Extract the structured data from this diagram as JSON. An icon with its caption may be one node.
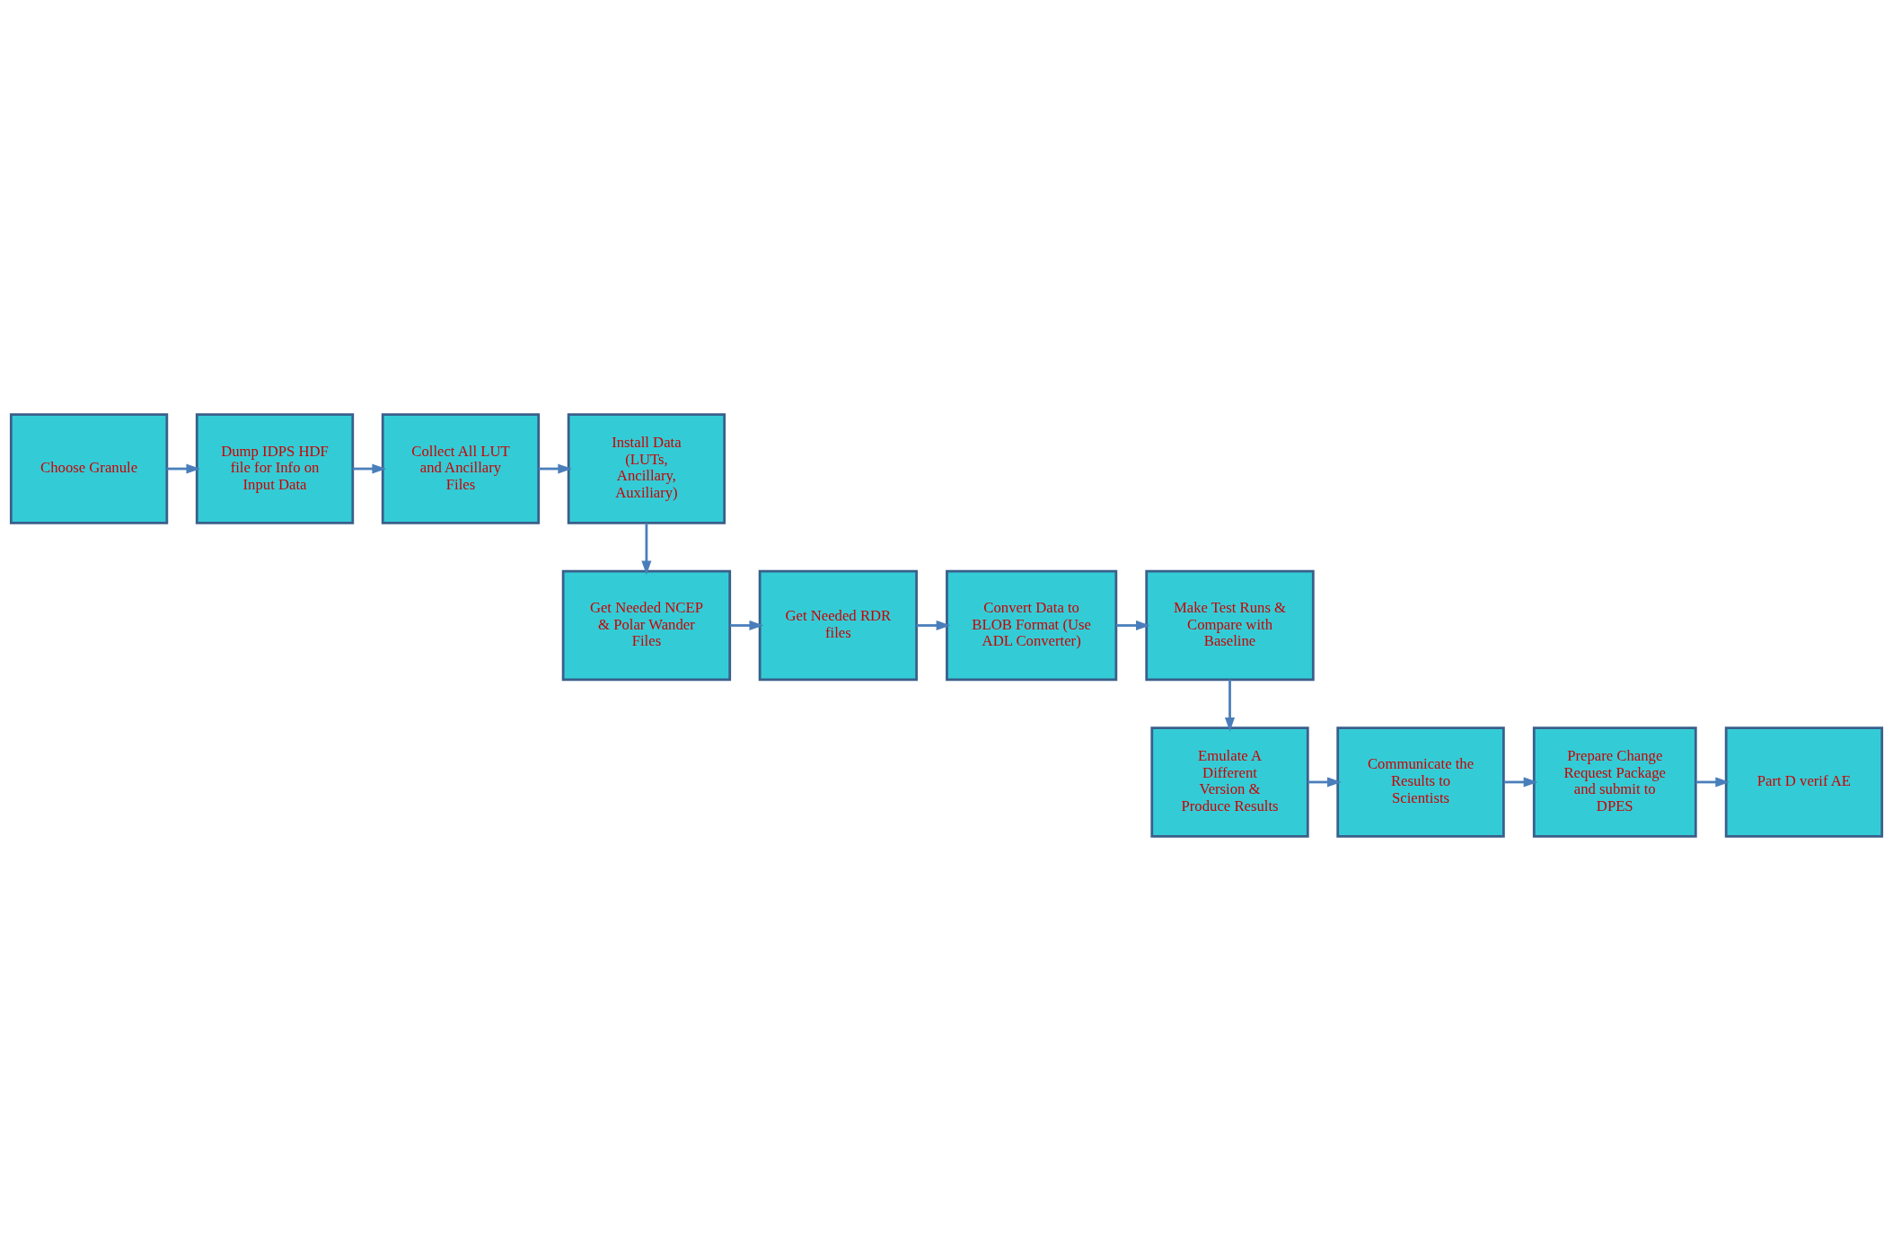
{
  "diagram": {
    "nodes": [
      {
        "text": [
          "Choose Granule"
        ]
      },
      {
        "text": [
          "Dump IDPS HDF file for Info on Input Data"
        ]
      },
      {
        "text": [
          "Collect All LUT and Ancillary Files"
        ]
      },
      {
        "text": [
          "Install Data (LUTs, Ancillary, Auxiliary)"
        ]
      },
      {
        "text": [
          "Get Needed NCEP & Polar Wander Files"
        ]
      },
      {
        "text": [
          "Get Needed RDR files"
        ]
      },
      {
        "text": [
          "Convert Data to BLOB Format (Use ADL Converter)"
        ]
      },
      {
        "text": [
          "Make Test Runs & Compare with Baseline"
        ]
      },
      {
        "text": [
          "Emulate A Different Version & Produce Results"
        ]
      },
      {
        "text": [
          "Communicate the Results to Scientists"
        ]
      },
      {
        "text": [
          "Prepare Change Request Package and submit to DPES"
        ]
      },
      {
        "text": [
          "Part D verif AE"
        ]
      }
    ],
    "edges": [
      {
        "from": 0,
        "to": 1,
        "arrow": "to"
      },
      {
        "from": 1,
        "to": 2,
        "arrow": "to"
      },
      {
        "from": 2,
        "to": 3,
        "arrow": "to"
      },
      {
        "from": 3,
        "to": 4,
        "arrow": "to"
      },
      {
        "from": 4,
        "to": 5,
        "arrow": "to"
      },
      {
        "from": 5,
        "to": 6,
        "arrow": "to"
      },
      {
        "from": 6,
        "to": 7,
        "arrow": "to"
      },
      {
        "from": 7,
        "to": 8,
        "arrow": "to"
      },
      {
        "from": 8,
        "to": 9,
        "arrow": "to"
      },
      {
        "from": 9,
        "to": 10,
        "arrow": "to"
      },
      {
        "from": 10,
        "to": 11,
        "arrow": "to"
      }
    ]
  }
}
